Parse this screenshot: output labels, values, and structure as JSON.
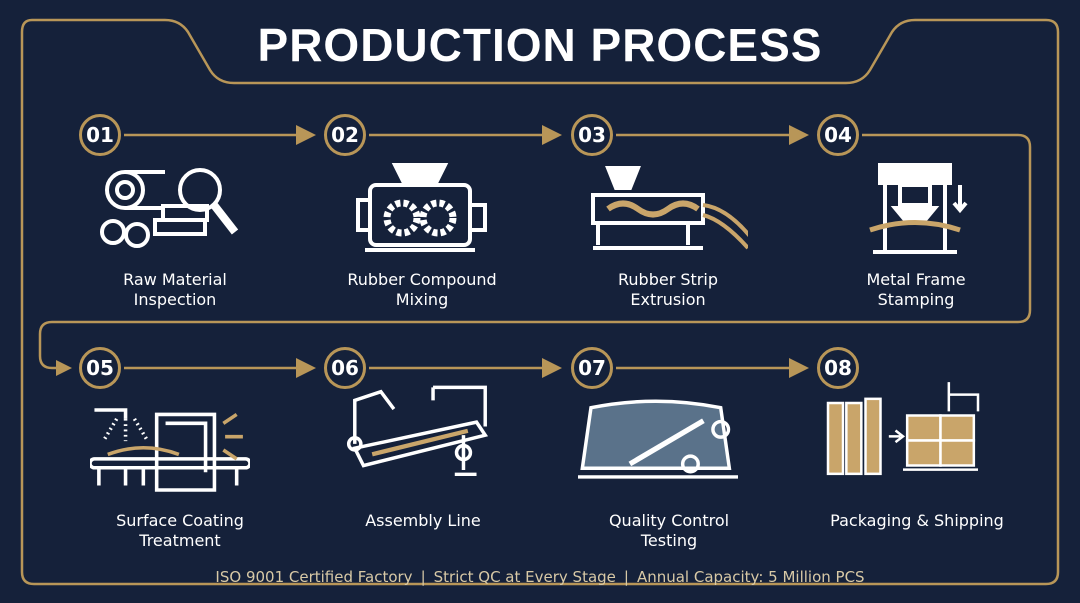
{
  "title": "PRODUCTION PROCESS",
  "colors": {
    "background": "#15213a",
    "accent": "#b89658",
    "icon": "#ffffff"
  },
  "steps": [
    {
      "number": "01",
      "line1": "Raw Material",
      "line2": "Inspection",
      "icon": "materials-magnifier-icon"
    },
    {
      "number": "02",
      "line1": "Rubber Compound",
      "line2": "Mixing",
      "icon": "mixer-gears-icon"
    },
    {
      "number": "03",
      "line1": "Rubber Strip",
      "line2": "Extrusion",
      "icon": "extruder-icon"
    },
    {
      "number": "04",
      "line1": "Metal Frame",
      "line2": "Stamping",
      "icon": "stamping-press-icon"
    },
    {
      "number": "05",
      "line1": "Surface Coating",
      "line2": "Treatment",
      "icon": "coating-booth-icon"
    },
    {
      "number": "06",
      "line1": "Assembly Line",
      "line2": "",
      "icon": "robot-arm-assembly-icon"
    },
    {
      "number": "07",
      "line1": "Quality Control",
      "line2": "Testing",
      "icon": "windshield-wiper-icon"
    },
    {
      "number": "08",
      "line1": "Packaging & Shipping",
      "line2": "",
      "icon": "boxes-forklift-icon"
    }
  ],
  "footer": {
    "item1": "ISO 9001 Certified Factory",
    "item2": "Strict QC at Every Stage",
    "item3": "Annual Capacity: 5 Million PCS",
    "separator": "|"
  }
}
